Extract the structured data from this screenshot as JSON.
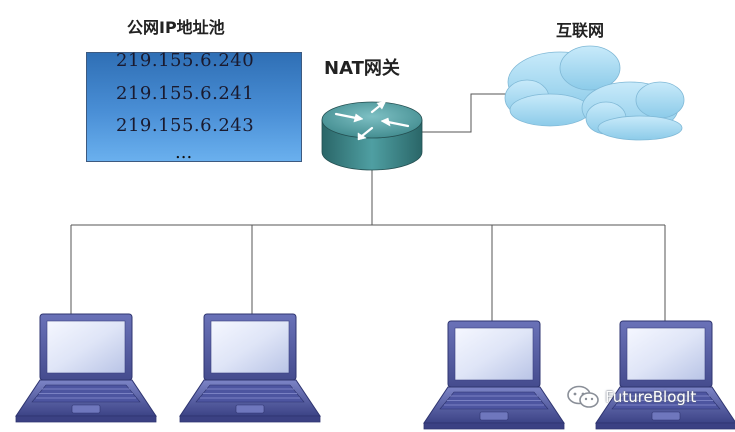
{
  "pool": {
    "title": "公网IP地址池",
    "addresses": [
      "219.155.6.240",
      "219.155.6.241",
      "219.155.6.243"
    ],
    "more": "..."
  },
  "gateway": {
    "label": "NAT网关"
  },
  "internet": {
    "label": "互联网"
  },
  "watermark": {
    "text": "FutureBlogIt"
  },
  "icons": [
    "router-icon",
    "cloud-icon",
    "laptop-icon",
    "wechat-icon"
  ],
  "colors": {
    "pool_top": "#2f6fb5",
    "pool_bottom": "#6ab0ee",
    "router_body": "#3f8a8c",
    "cloud": "#a9dcf3",
    "laptop_frame": "#5961a8",
    "line": "#555555"
  }
}
